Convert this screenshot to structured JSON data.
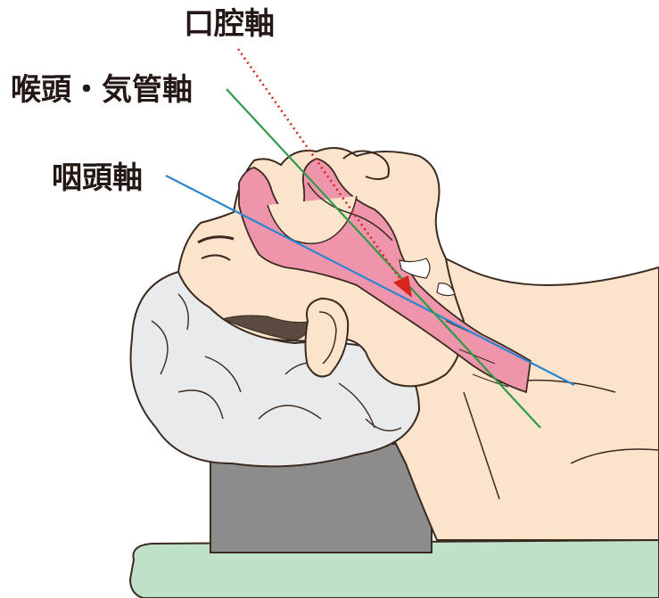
{
  "labels": {
    "oral_axis": "口腔軸",
    "laryngotracheal_axis": "喉頭・気管軸",
    "pharyngeal_axis": "咽頭軸"
  },
  "colors": {
    "oral_axis": "#d7261e",
    "laryngotracheal_axis": "#2f9a48",
    "pharyngeal_axis": "#2b86cf",
    "skin": "#fbe3cc",
    "airway": "#ee94ab",
    "hair": "#e9eaec",
    "pillow": "#8c8c8c",
    "table": "#bfe1c8",
    "outline": "#3a2a20"
  }
}
